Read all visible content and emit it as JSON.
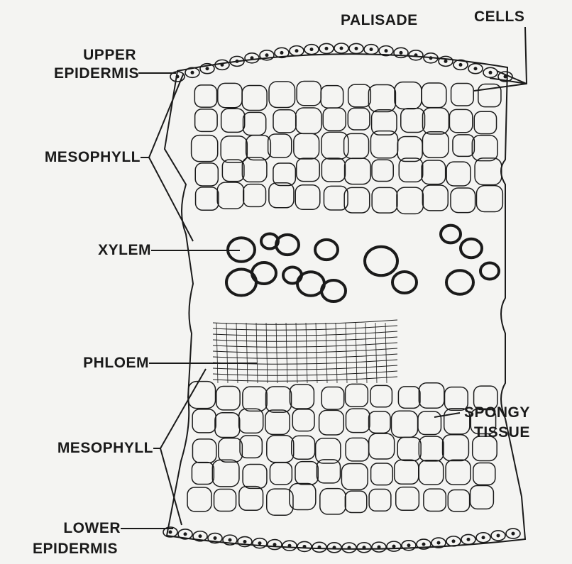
{
  "diagram": {
    "labels": {
      "palisade": "PALISADE",
      "cells": "CELLS",
      "upper_epidermis_1": "UPPER",
      "upper_epidermis_2": "EPIDERMIS",
      "mesophyll_upper": "MESOPHYLL",
      "xylem": "XYLEM",
      "phloem": "PHLOEM",
      "mesophyll_lower": "MESOPHYLL",
      "spongy_1": "SPONGY",
      "spongy_2": "TISSUE",
      "lower_epidermis_1": "LOWER",
      "lower_epidermis_2": "EPIDERMIS"
    },
    "colors": {
      "ink": "#1a1a1a",
      "paper": "#f4f4f2"
    }
  }
}
